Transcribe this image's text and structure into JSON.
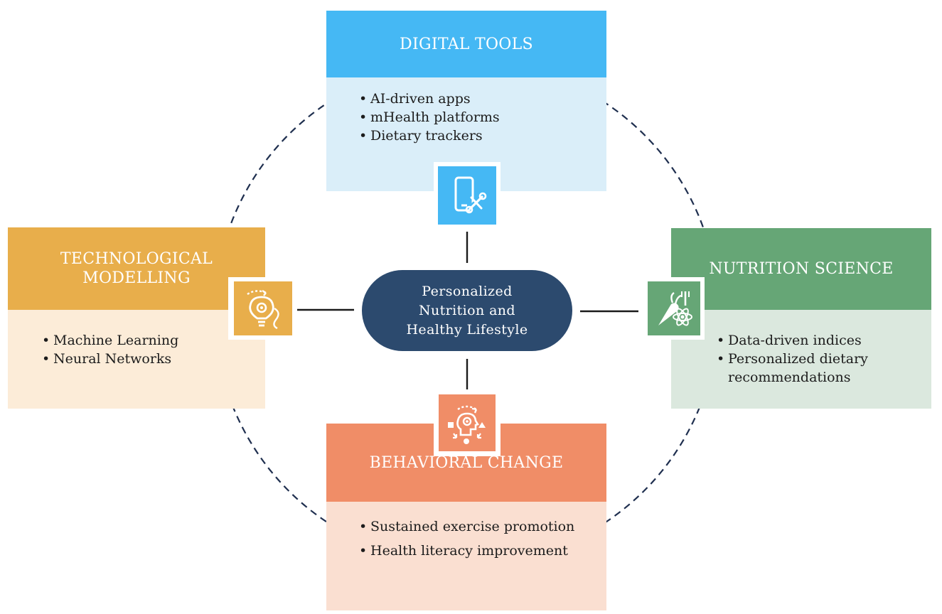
{
  "center": {
    "label": "Personalized Nutrition and Healthy Lifestyle"
  },
  "digital_tools": {
    "title": "DIGITAL TOOLS",
    "items": [
      "AI-driven apps",
      "mHealth platforms",
      "Dietary trackers"
    ],
    "icon": "smartphone-wrench-icon",
    "head_color": "#45b8f4",
    "body_color": "#daeef9"
  },
  "technological_modelling": {
    "title": "TECHNOLOGICAL MODELLING",
    "items": [
      "Machine Learning",
      "Neural Networks"
    ],
    "icon": "lightbulb-gear-icon",
    "head_color": "#e8ae4b",
    "body_color": "#fcecd8"
  },
  "nutrition_science": {
    "title": "NUTRITION SCIENCE",
    "items": [
      "Data-driven indices",
      "Personalized dietary recommendations"
    ],
    "icon": "carrot-fork-atom-icon",
    "head_color": "#66a676",
    "body_color": "#dbe8de"
  },
  "behavioral_change": {
    "title": "BEHAVIORAL CHANGE",
    "items": [
      "Sustained exercise promotion",
      "Health literacy improvement"
    ],
    "icon": "head-gear-shapes-icon",
    "head_color": "#f08d67",
    "body_color": "#fadfd1"
  },
  "colors": {
    "center": "#2c4a6e",
    "ring": "#1f2f4f",
    "connector": "#1a1a1a"
  }
}
